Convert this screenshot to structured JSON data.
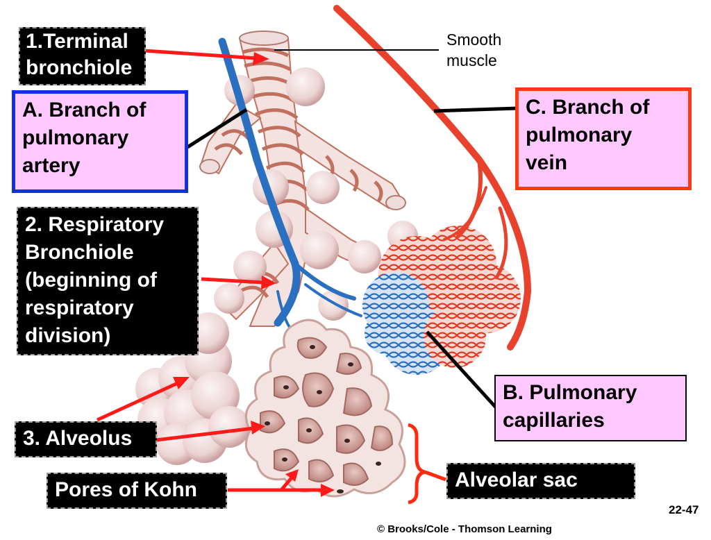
{
  "labels": {
    "terminal_bronchiole": [
      "1.Terminal",
      "bronchiole"
    ],
    "pulmonary_artery": [
      "A. Branch of",
      "pulmonary",
      "artery"
    ],
    "pulmonary_vein": [
      "C. Branch of",
      "pulmonary",
      "vein"
    ],
    "respiratory_bronchiole": [
      "2. Respiratory",
      "Bronchiole",
      "(beginning of",
      "respiratory",
      "division)"
    ],
    "pulmonary_capillaries": [
      "B. Pulmonary",
      "capillaries"
    ],
    "alveolus": "3. Alveolus",
    "pores_of_kohn": "Pores of Kohn",
    "alveolar_sac": "Alveolar sac",
    "smooth_muscle": [
      "Smooth",
      "muscle"
    ]
  },
  "slide_number": "22-47",
  "copyright": "© Brooks/Cole - Thomson Learning",
  "colors": {
    "artery": "#2a6fc0",
    "vein": "#e8412c",
    "tissue": "#f1dede",
    "muscle": "#c0705e",
    "arrow": "#ff1a1a"
  }
}
